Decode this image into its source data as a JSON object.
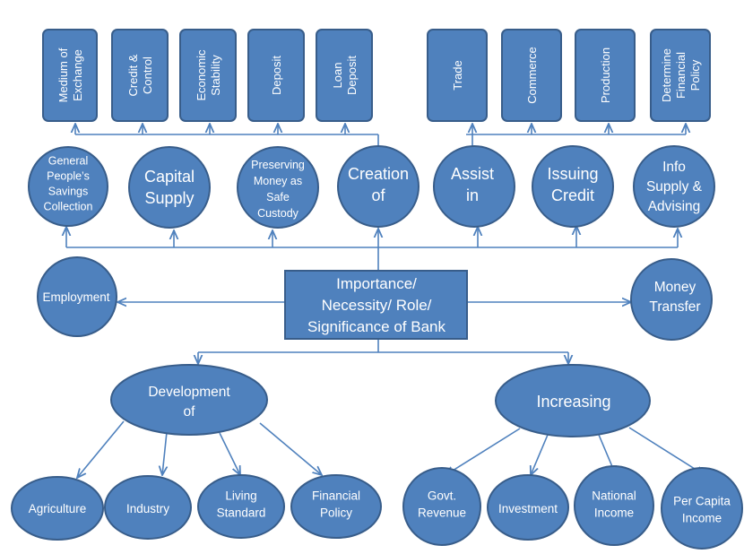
{
  "central": [
    "Importance/",
    "Necessity/ Role/",
    "Significance of Bank"
  ],
  "top_boxes_left": [
    [
      "Medium of",
      "Exchange"
    ],
    [
      "Credit &",
      "Control"
    ],
    [
      "Economic",
      "Stability"
    ],
    [
      "Deposit"
    ],
    [
      "Loan",
      "Deposit"
    ]
  ],
  "top_boxes_right": [
    [
      "Trade"
    ],
    [
      "Commerce"
    ],
    [
      "Production"
    ],
    [
      "Determine",
      "Financial",
      "Policy"
    ]
  ],
  "row_circles": [
    [
      "General",
      "People’s",
      "Savings",
      "Collection"
    ],
    [
      "Capital",
      "Supply"
    ],
    [
      "Preserving",
      "Money as",
      "Safe",
      "Custody"
    ],
    [
      "Creation",
      "of"
    ],
    [
      "Assist",
      "in"
    ],
    [
      "Issuing",
      "Credit"
    ],
    [
      "Info",
      "Supply &",
      "Advising"
    ]
  ],
  "side_left": [
    "Employment"
  ],
  "side_right": [
    "Money",
    "Transfer"
  ],
  "development": [
    "Development",
    "of"
  ],
  "increasing": [
    "Increasing"
  ],
  "development_children": [
    [
      "Agriculture"
    ],
    [
      "Industry"
    ],
    [
      "Living",
      "Standard"
    ],
    [
      "Financial",
      "Policy"
    ]
  ],
  "increasing_children": [
    [
      "Govt.",
      "Revenue"
    ],
    [
      "Investment"
    ],
    [
      "National",
      "Income"
    ],
    [
      "Per Capita",
      "Income"
    ]
  ],
  "colors": {
    "fill": "#4f81bd",
    "stroke": "#385d8a",
    "text": "#ffffff"
  }
}
